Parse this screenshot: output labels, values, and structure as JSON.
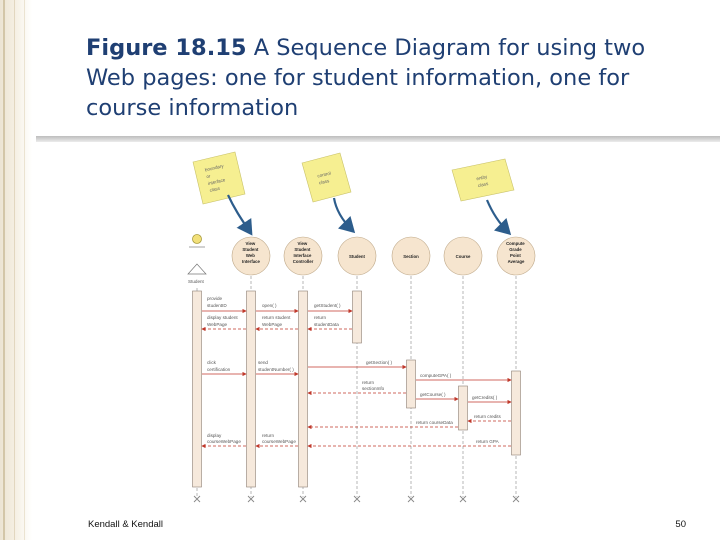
{
  "slide": {
    "title_number": "Figure 18.15",
    "title_text": " A Sequence Diagram for using two Web pages: one for student information, one for course information",
    "footer_left": "Kendall & Kendall",
    "footer_right": "50"
  },
  "diagram": {
    "notes": [
      {
        "lines": [
          "boundary",
          "or",
          "interface",
          "class"
        ]
      },
      {
        "lines": [
          "control",
          "class"
        ]
      },
      {
        "lines": [
          "entity",
          "class"
        ]
      }
    ],
    "actor_label": "Student",
    "lifelines": [
      {
        "label_lines": [
          "View",
          "Student",
          "Web",
          "Interface"
        ]
      },
      {
        "label_lines": [
          "View",
          "Student",
          "Interface",
          "Controller"
        ]
      },
      {
        "label_lines": [
          "Student"
        ]
      },
      {
        "label_lines": [
          "Section"
        ]
      },
      {
        "label_lines": [
          "Course"
        ]
      },
      {
        "label_lines": [
          "Compute",
          "Grade",
          "Point",
          "Average"
        ]
      }
    ],
    "messages": [
      {
        "lines": [
          "provide",
          "studentID"
        ]
      },
      {
        "lines": [
          "open( )"
        ]
      },
      {
        "lines": [
          "getStudent( )"
        ]
      },
      {
        "lines": [
          "display student",
          "WebPage"
        ]
      },
      {
        "lines": [
          "return student",
          "WebPage"
        ]
      },
      {
        "lines": [
          "return",
          "studentData"
        ]
      },
      {
        "lines": [
          "click",
          "certification"
        ]
      },
      {
        "lines": [
          "send",
          "studentNumber( )"
        ]
      },
      {
        "lines": [
          "getSection( )"
        ]
      },
      {
        "lines": [
          "computeGPA( )"
        ]
      },
      {
        "lines": [
          "return",
          "sectionInfo"
        ]
      },
      {
        "lines": [
          "getCourse( )"
        ]
      },
      {
        "lines": [
          "getCredits( )"
        ]
      },
      {
        "lines": [
          "return credits"
        ]
      },
      {
        "lines": [
          "return courseData"
        ]
      },
      {
        "lines": [
          "display",
          "courseWebPage"
        ]
      },
      {
        "lines": [
          "return",
          "courseWebPage"
        ]
      },
      {
        "lines": [
          "return GPA"
        ]
      }
    ]
  }
}
